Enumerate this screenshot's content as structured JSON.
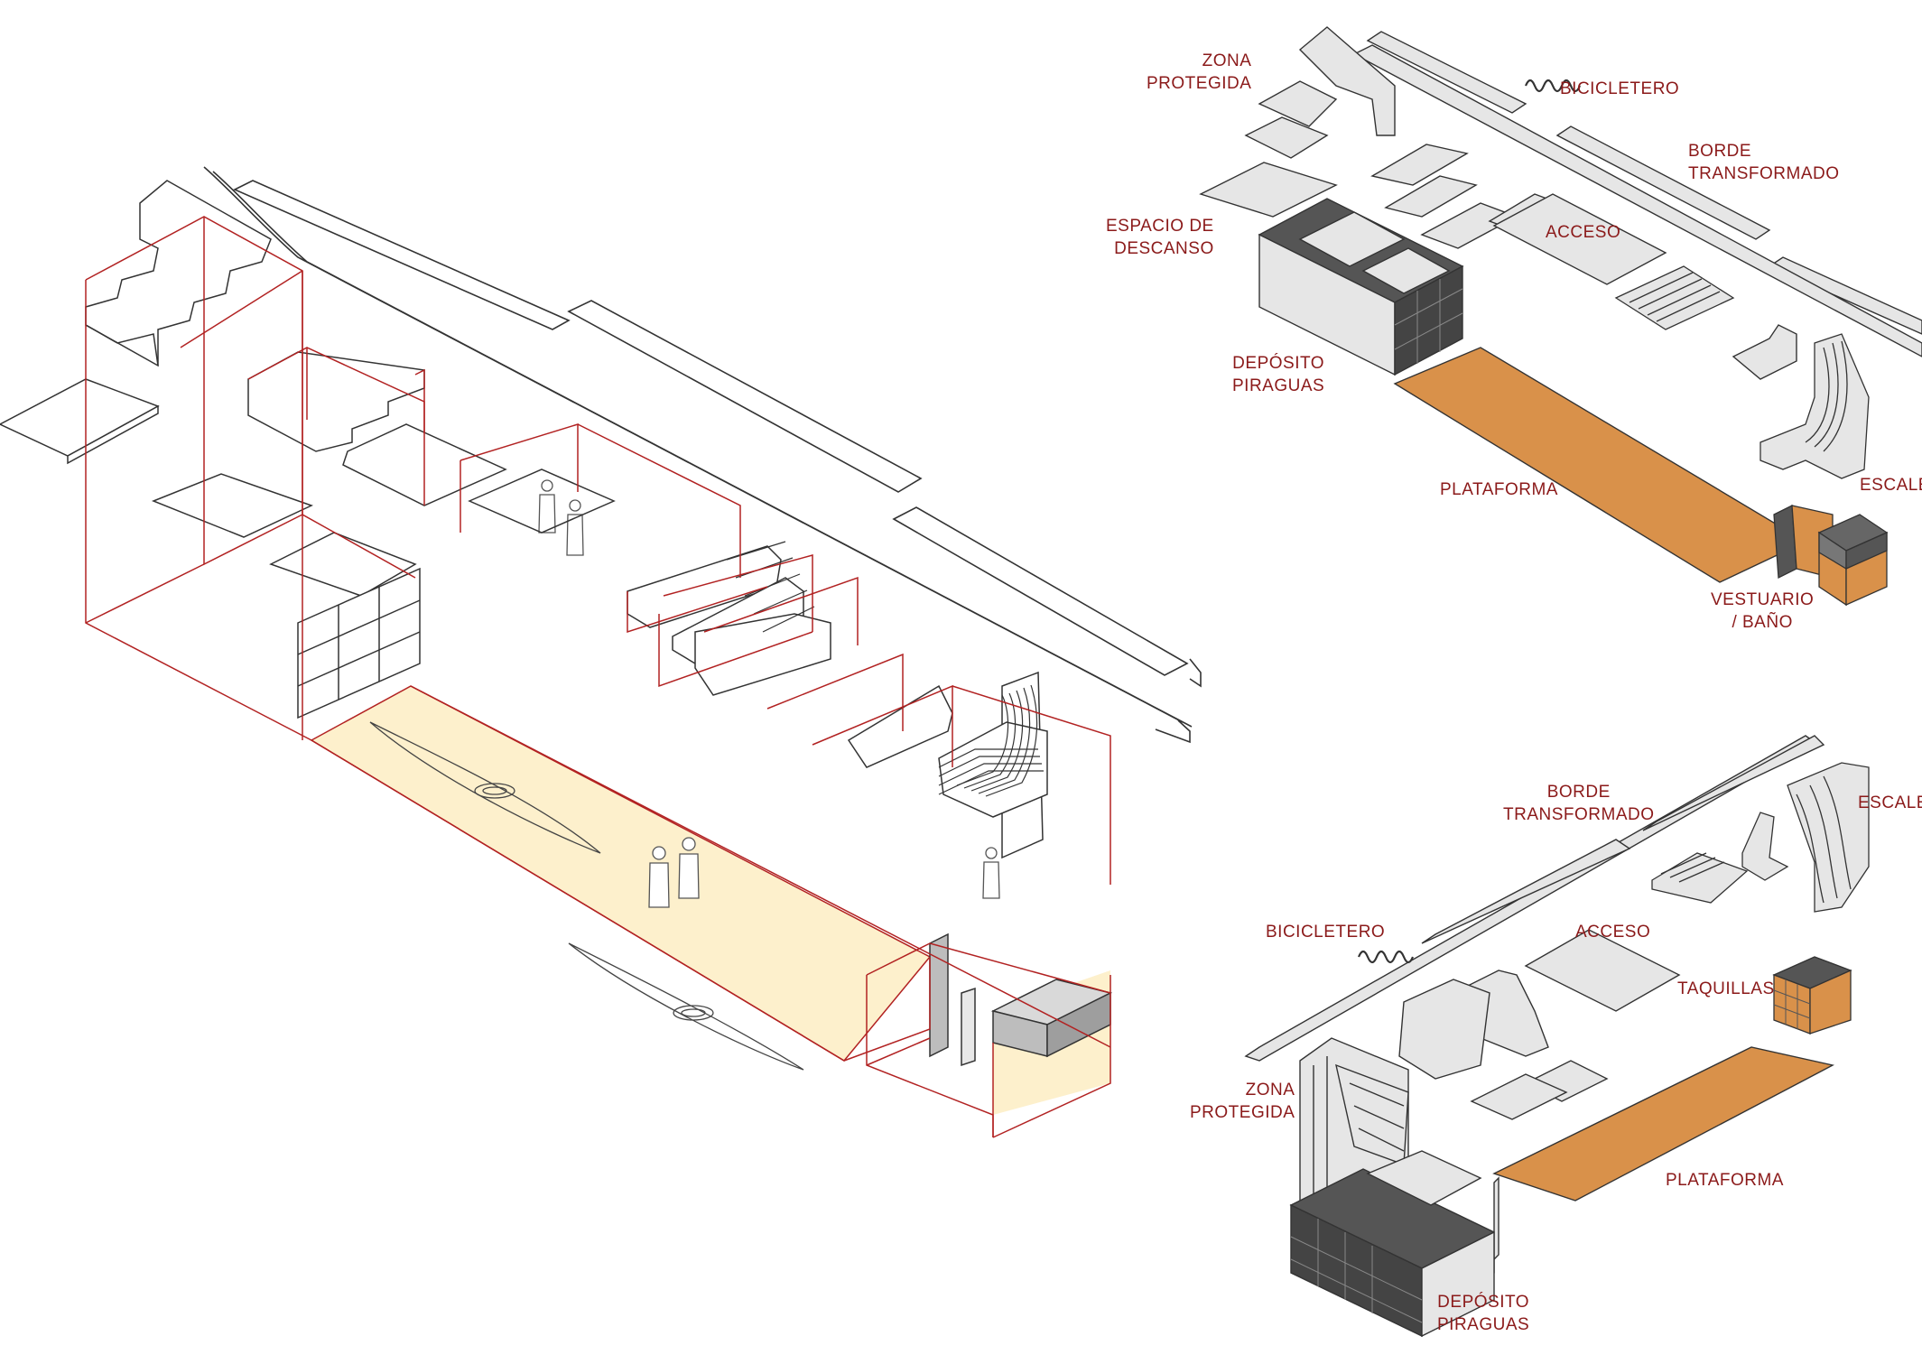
{
  "colors": {
    "label": "#8b1a1a",
    "guide_red": "#b22222",
    "orange": "#d9914a",
    "cream": "#fdf0cc",
    "dark_grey": "#555555",
    "light_grey": "#e6e6e6",
    "mid_grey": "#bdbdbd",
    "outline": "#333333"
  },
  "top_view": {
    "zona_protegida": "ZONA\nPROTEGIDA",
    "bicicletero": "BICICLETERO",
    "borde_transformado": "BORDE\nTRANSFORMADO",
    "espacio_descanso": "ESPACIO DE\nDESCANSO",
    "acceso": "ACCESO",
    "deposito_piraguas": "DEPÓSITO\nPIRAGUAS",
    "plataforma": "PLATAFORMA",
    "escalera": "ESCALE",
    "vestuario_bano": "VESTUARIO\n/ BAÑO"
  },
  "bottom_view": {
    "borde_transformado": "BORDE\nTRANSFORMADO",
    "escalera": "ESCALE",
    "bicicletero": "BICICLETERO",
    "acceso": "ACCESO",
    "taquillas": "TAQUILLAS",
    "zona_protegida": "ZONA\nPROTEGIDA",
    "plataforma": "PLATAFORMA",
    "deposito_piraguas": "DEPÓSITO\nPIRAGUAS"
  }
}
